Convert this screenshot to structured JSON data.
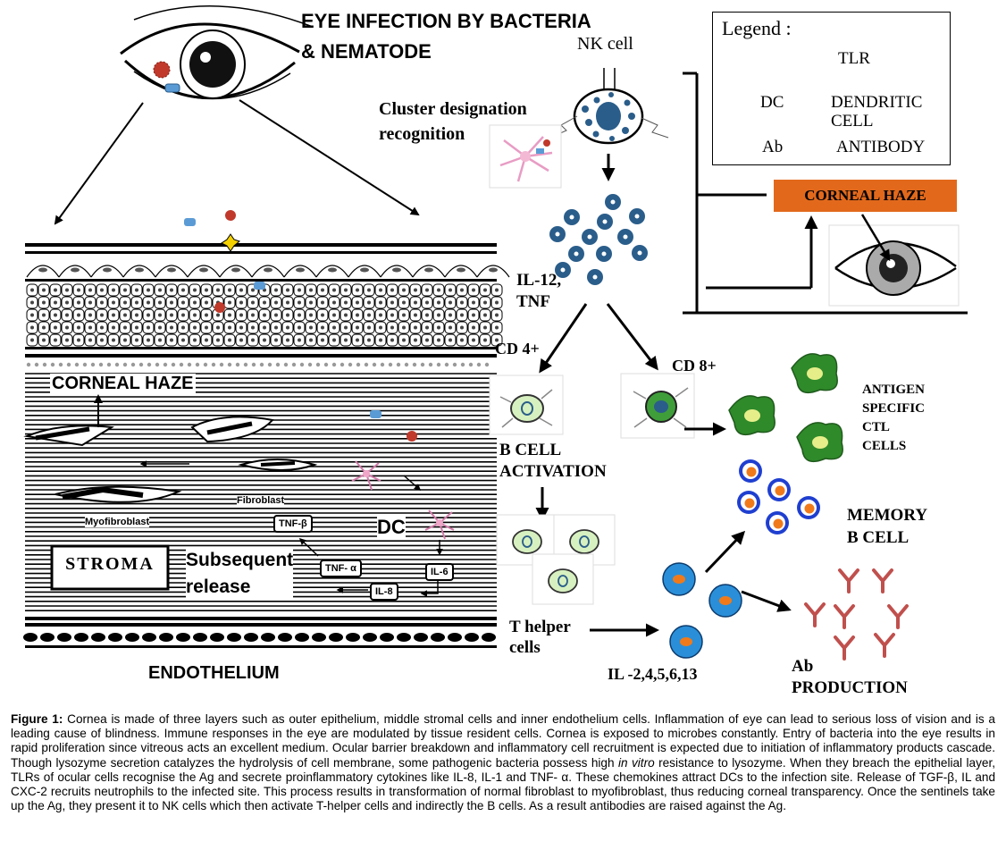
{
  "title": {
    "line1": "EYE INFECTION BY BACTERIA",
    "line2": "& NEMATODE"
  },
  "legend": {
    "heading": "Legend :",
    "items": [
      {
        "key": "",
        "value": "TLR"
      },
      {
        "key": "DC",
        "value": "DENDRITIC\nCELL"
      },
      {
        "key": "Ab",
        "value": "ANTIBODY"
      }
    ]
  },
  "labels": {
    "nk_cell": "NK cell",
    "cluster": "Cluster designation\nrecognition",
    "il12": "IL-12,\nTNF",
    "corneal_haze_box": "CORNEAL HAZE",
    "corneal_haze_layer": "CORNEAL HAZE",
    "cd4": "CD 4+",
    "cd8": "CD 8+",
    "bcell_activation": "B CELL\nACTIVATION",
    "antigen_ctl": "ANTIGEN\nSPECIFIC\nCTL\nCELLS",
    "memory_bcell": "MEMORY\nB CELL",
    "t_helper": "T helper\ncells",
    "il_series": "IL -2,4,5,6,13",
    "ab_production": "Ab\nPRODUCTION",
    "fibroblast": "Fibroblast",
    "myofibroblast": "Myofibroblast",
    "dc": "DC",
    "stroma": "STROMA",
    "subsequent_release": "Subsequent\nrelease",
    "endothelium": "ENDOTHELIUM"
  },
  "cytokines": {
    "tnfb": "TNF-β",
    "tnfa": "TNF- α",
    "il6": "IL-6",
    "il8": "IL-8"
  },
  "colors": {
    "haze_box": "#e2691c",
    "cell_blue": "#2a5d8a",
    "ctl_green": "#2f8a2a",
    "memory_blue": "#1f3fd0",
    "memory_core": "#f07a1a",
    "antibody": "#c0504d",
    "bacteria": "#c0392b",
    "nematode": "#5b9bd5"
  },
  "caption": {
    "prefix": "Figure 1:",
    "part1": " Cornea is made of three layers such as outer epithelium, middle stromal cells and inner endothelium cells. Inflammation of eye can lead to serious loss of vision and is a leading cause of blindness. Immune responses in the eye are modulated by tissue resident cells. Cornea is exposed to microbes constantly. Entry of bacteria into the eye results in rapid proliferation since vitreous acts an excellent medium. Ocular barrier breakdown and inflammatory cell recruitment is expected due to initiation of inflammatory products cascade. Though lysozyme secretion catalyzes the hydrolysis of cell membrane, some pathogenic bacteria possess high ",
    "italic": "in vitro",
    "part2": " resistance to lysozyme. When they breach the epithelial layer, TLRs of ocular cells recognise the Ag and secrete proinflammatory cytokines like IL-8, IL-1 and TNF- α. These chemokines attract DCs to the infection site. Release of TGF-β, IL and CXC-2 recruits neutrophils to the infected site. This process results in transformation of normal fibroblast to myofibroblast, thus reducing corneal transparency. Once the sentinels take up the Ag, they present it to NK cells which then activate T-helper cells and indirectly the B cells. As a result antibodies are raised against the Ag."
  }
}
